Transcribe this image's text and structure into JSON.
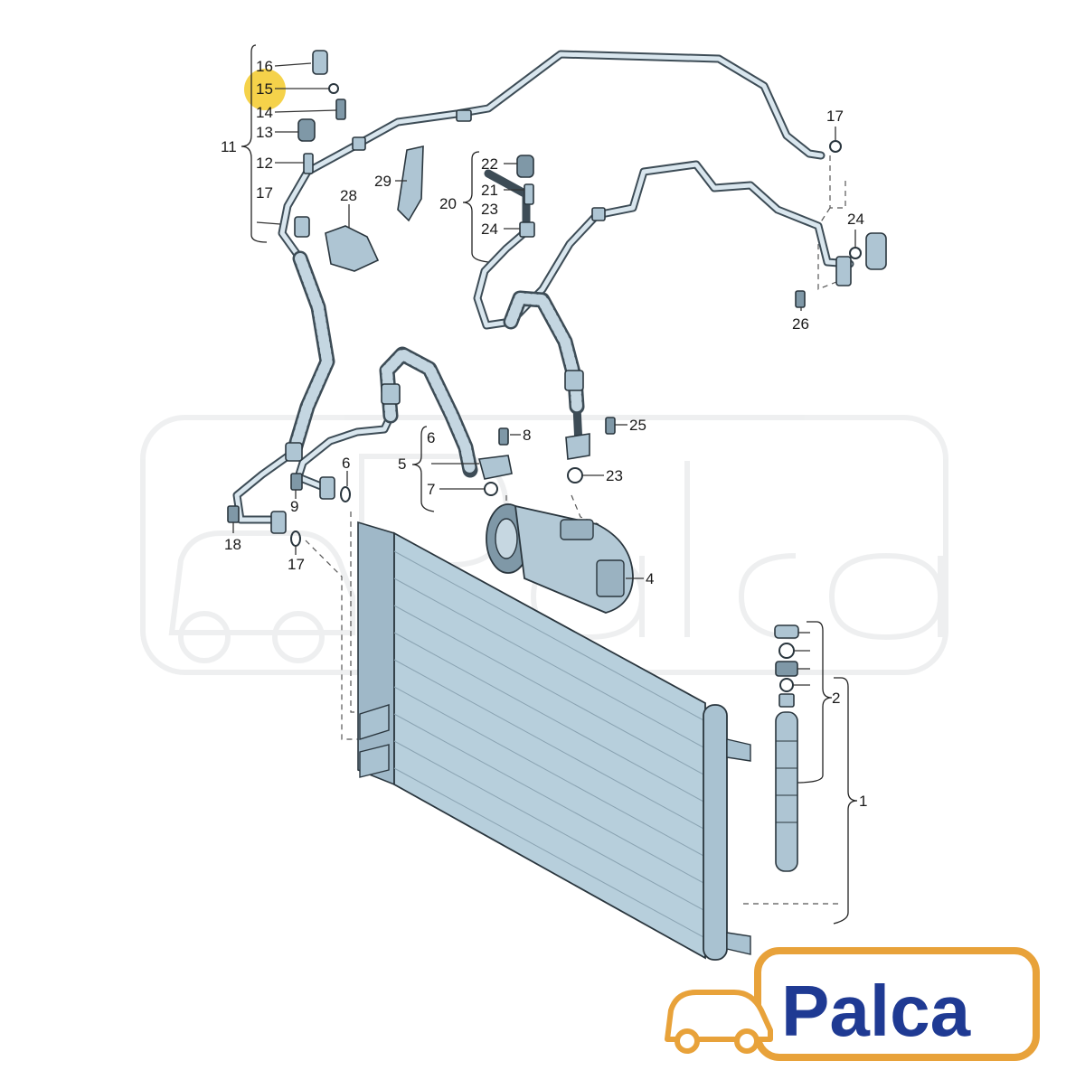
{
  "diagram": {
    "callouts": {
      "n16": "16",
      "n15": "15",
      "n14": "14",
      "n13": "13",
      "n11": "11",
      "n12": "12",
      "n17a": "17",
      "n17b": "17",
      "n17c": "17",
      "n28": "28",
      "n29": "29",
      "n22": "22",
      "n21": "21",
      "n20": "20",
      "n23a": "23",
      "n23b": "23",
      "n24a": "24",
      "n24b": "24",
      "n26": "26",
      "n8": "8",
      "n25": "25",
      "n6a": "6",
      "n6b": "6",
      "n5": "5",
      "n7": "7",
      "n9": "9",
      "n18": "18",
      "n4": "4",
      "n2": "2",
      "n1": "1"
    },
    "highlight_color": "#f5d24a",
    "brand": {
      "name": "Palca",
      "logo_color": "#e8a23a",
      "text_color": "#1f3a93"
    }
  }
}
